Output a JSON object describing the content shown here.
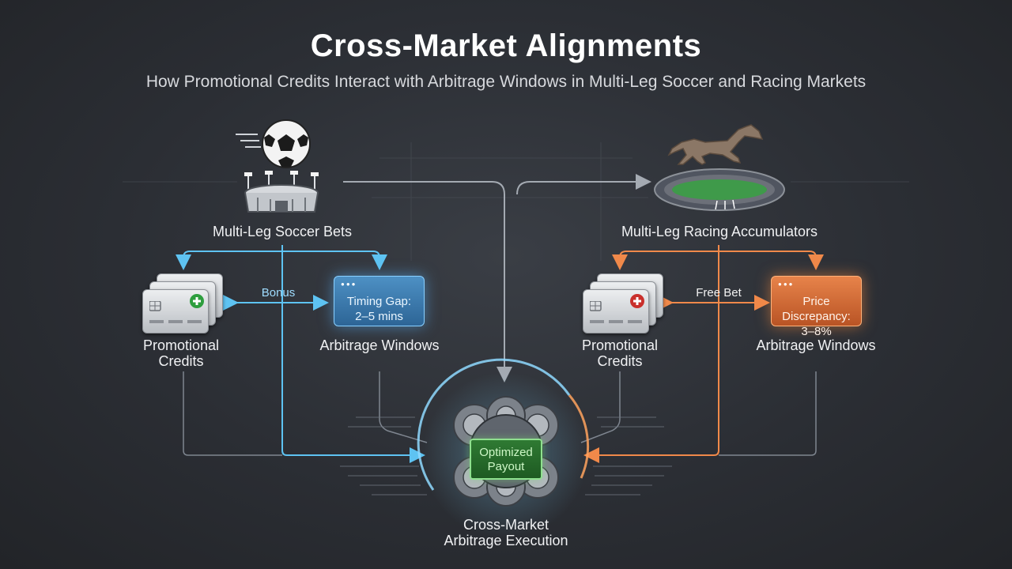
{
  "title": "Cross-Market Alignments",
  "subtitle": "How Promotional Credits Interact with Arbitrage Windows in Multi-Leg Soccer and Racing Markets",
  "soccer": {
    "label": "Multi-Leg Soccer Bets",
    "promo_label_1": "Promotional",
    "promo_label_2": "Credits",
    "connector_label": "Bonus",
    "window_line_1": "Timing Gap:",
    "window_line_2": "2–5 mins",
    "arb_label": "Arbitrage Windows"
  },
  "racing": {
    "label": "Multi-Leg Racing Accumulators",
    "promo_label_1": "Promotional",
    "promo_label_2": "Credits",
    "connector_label": "Free Bet",
    "window_line_1": "Price Discrepancy:",
    "window_line_2": "3–8%",
    "arb_label": "Arbitrage Windows"
  },
  "center": {
    "box_line_1": "Optimized",
    "box_line_2": "Payout",
    "label_1": "Cross-Market",
    "label_2": "Arbitrage Execution"
  },
  "colors": {
    "soccer_accent": "#5ec3f2",
    "racing_accent": "#f0894a",
    "line_gray": "#9aa0a8",
    "payout_green": "#2f7a33"
  },
  "icons": {
    "soccer": "soccer-ball-icon",
    "stadium": "stadium-icon",
    "horse": "horse-icon",
    "track": "race-track-icon",
    "gears": "gears-icon"
  }
}
